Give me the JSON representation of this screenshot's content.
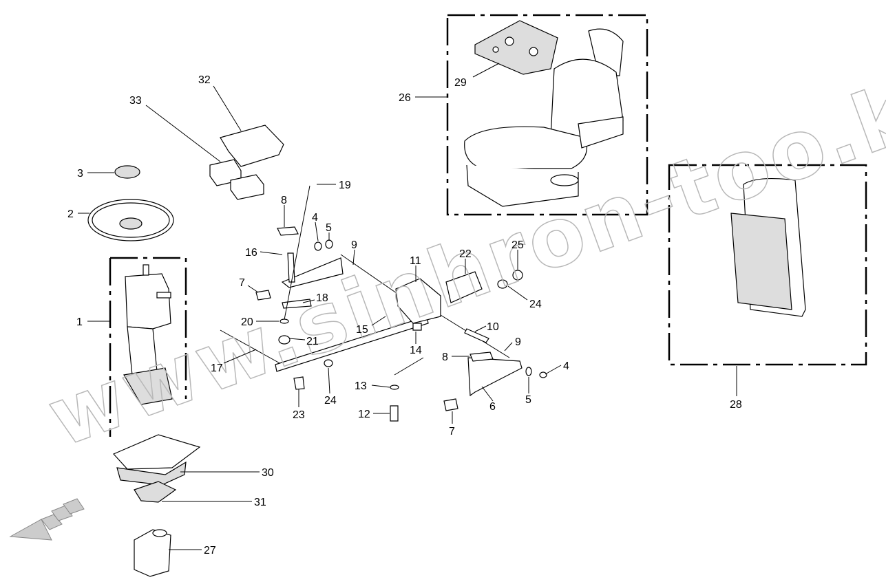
{
  "watermark": "www.sinhron-too.kz",
  "callouts": {
    "c1": "1",
    "c2": "2",
    "c3": "3",
    "c4a": "4",
    "c4b": "4",
    "c5a": "5",
    "c5b": "5",
    "c6": "6",
    "c7a": "7",
    "c7b": "7",
    "c8a": "8",
    "c8b": "8",
    "c9a": "9",
    "c9b": "9",
    "c10": "10",
    "c11": "11",
    "c12": "12",
    "c13": "13",
    "c14": "14",
    "c15": "15",
    "c16": "16",
    "c17": "17",
    "c18": "18",
    "c19": "19",
    "c20": "20",
    "c21": "21",
    "c22": "22",
    "c23": "23",
    "c24a": "24",
    "c24b": "24",
    "c25": "25",
    "c26": "26",
    "c27": "27",
    "c28": "28",
    "c29": "29",
    "c30": "30",
    "c31": "31",
    "c32": "32",
    "c33": "33"
  }
}
